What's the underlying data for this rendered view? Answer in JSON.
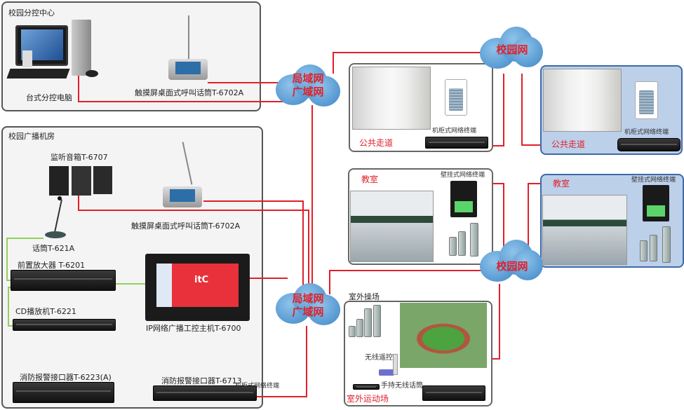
{
  "colors": {
    "network_line": "#e0202a",
    "audio_line": "#8fd15a",
    "cloud": "#3d86c6",
    "label_red": "#e0202a",
    "blue_panel": "#bcd0ea"
  },
  "sub_control_center": {
    "title": "校园分控中心",
    "pc_label": "台式分控电脑",
    "mic_label": "触摸屏桌面式呼叫话筒T-6702A"
  },
  "broadcast_room": {
    "title": "校园广播机房",
    "monitor_speaker": "监听音箱T-6707",
    "call_mic": "触摸屏桌面式呼叫话筒T-6702A",
    "mic": "话筒T-621A",
    "preamp": "前置放大器 T-6201",
    "cd_player": "CD播放机T-6221",
    "ip_host": "IP网络广播工控主机T-6700",
    "fire_alarm_a": "消防报警接口器T-6223(A)",
    "fire_alarm_b": "消防报警接口器T-6713",
    "rack_terminal": "机柜式网络终端"
  },
  "clouds": {
    "wan_line1": "局域网",
    "wan_line2": "广域网",
    "campus": "校园网"
  },
  "zones": {
    "corridor_left": {
      "title": "公共走道",
      "terminal": "机柜式网络终端"
    },
    "corridor_right": {
      "title": "公共走道",
      "terminal": "机柜式网络终端"
    },
    "classroom_left": {
      "title": "教室",
      "terminal": "壁挂式网络终端"
    },
    "classroom_right": {
      "title": "教室",
      "terminal": "壁挂式网络终端"
    },
    "outdoor": {
      "header": "室外操场",
      "title": "室外运动场",
      "remote": "无线遥控",
      "handheld_mic": "手持无线话筒"
    }
  }
}
